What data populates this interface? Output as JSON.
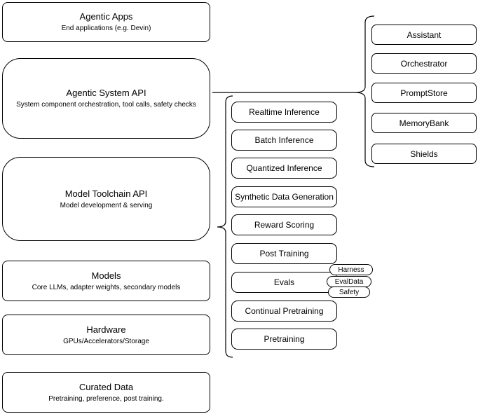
{
  "diagram": {
    "left_stack": [
      {
        "title": "Agentic Apps",
        "subtitle": "End applications (e.g. Devin)"
      },
      {
        "title": "Agentic System API",
        "subtitle": "System component orchestration, tool calls, safety checks"
      },
      {
        "title": "Model Toolchain API",
        "subtitle": "Model development & serving"
      },
      {
        "title": "Models",
        "subtitle": "Core LLMs, adapter weights, secondary models"
      },
      {
        "title": "Hardware",
        "subtitle": "GPUs/Accelerators/Storage"
      },
      {
        "title": "Curated Data",
        "subtitle": "Pretraining, preference, post training."
      }
    ],
    "toolchain_items": [
      "Realtime Inference",
      "Batch Inference",
      "Quantized Inference",
      "Synthetic Data Generation",
      "Reward Scoring",
      "Post Training",
      "Evals",
      "Continual Pretraining",
      "Pretraining"
    ],
    "system_components": [
      "Assistant",
      "Orchestrator",
      "PromptStore",
      "MemoryBank",
      "Shields"
    ],
    "eval_tags": [
      "Harness",
      "EvalData",
      "Safety"
    ],
    "colors": {
      "stroke": "#000000",
      "fill": "#ffffff"
    }
  }
}
